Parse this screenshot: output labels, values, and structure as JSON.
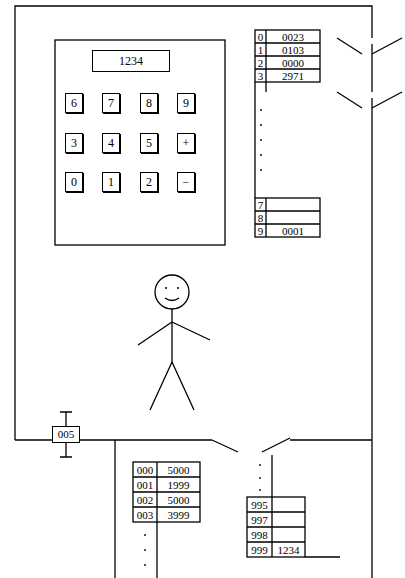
{
  "diagram": {
    "nodes": [
      {
        "text": [
          "1234"
        ]
      },
      {
        "text": [
          "6"
        ]
      },
      {
        "text": [
          "7"
        ]
      },
      {
        "text": [
          "8"
        ]
      },
      {
        "text": [
          "9"
        ]
      },
      {
        "text": [
          "3"
        ]
      },
      {
        "text": [
          "4"
        ]
      },
      {
        "text": [
          "5"
        ]
      },
      {
        "text": [
          "+"
        ]
      },
      {
        "text": [
          "0"
        ]
      },
      {
        "text": [
          "1"
        ]
      },
      {
        "text": [
          "2"
        ]
      },
      {
        "text": [
          "−"
        ]
      },
      {
        "text": [
          "005"
        ]
      }
    ],
    "labels": [
      "0",
      "0023",
      "1",
      "0103",
      "2",
      "0000",
      "3",
      "2971",
      "7",
      "8",
      "9",
      "0001",
      "000",
      "5000",
      "001",
      "1999",
      "002",
      "5000",
      "003",
      "3999",
      "995",
      "997",
      "998",
      "999",
      "1234"
    ]
  }
}
